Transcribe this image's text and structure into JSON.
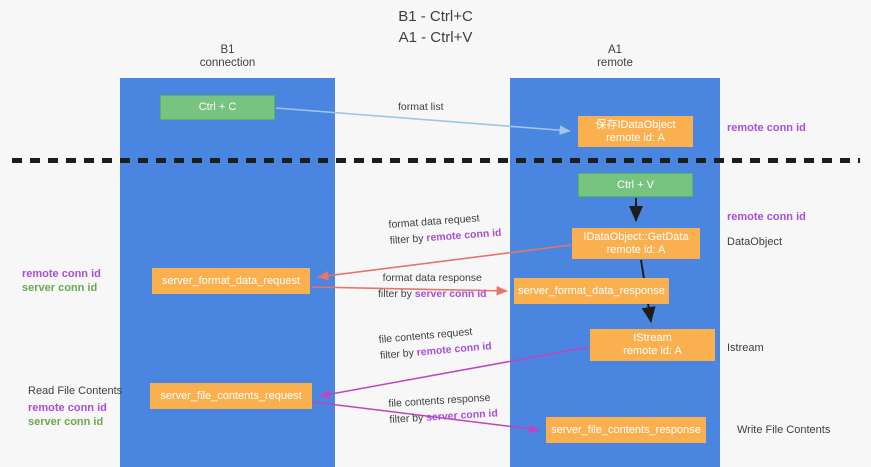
{
  "title": {
    "line1": "B1 - Ctrl+C",
    "line2": "A1 - Ctrl+V"
  },
  "lanes": [
    {
      "id": "b1",
      "name": "B1",
      "role": "connection",
      "color": "#4a86df"
    },
    {
      "id": "a1",
      "name": "A1",
      "role": "remote",
      "color": "#4a86df"
    }
  ],
  "boxes": {
    "ctrl_c": "Ctrl + C",
    "ctrl_v": "Ctrl + V",
    "idataobject_title": "保存IDataObject",
    "idataobject_sub": "remote id: A",
    "getdata_title": "IDataObject::GetData",
    "getdata_sub": "remote id: A",
    "istream_title": "IStream",
    "istream_sub": "remote id: A",
    "server_format_data_request": "server_format_data_request",
    "server_format_data_response": "server_format_data_response",
    "server_file_contents_request": "server_file_contents_request",
    "server_file_contents_response": "server_file_contents_response"
  },
  "edge_labels": {
    "format_list": "format list",
    "format_data_request": "format data request",
    "format_data_request_filter_prefix": "filter by ",
    "format_data_request_filter_key": "remote conn id",
    "format_data_response": "format data response",
    "format_data_response_filter_prefix": "filter by ",
    "format_data_response_filter_key": "server conn id",
    "file_contents_request": "file contents request",
    "file_contents_request_filter_prefix": "filter by ",
    "file_contents_request_filter_key": "remote conn id",
    "file_contents_response": "file contents response",
    "file_contents_response_filter_prefix": "filter by ",
    "file_contents_response_filter_key": "server conn id"
  },
  "notes": {
    "right_remote_conn_id_top": "remote conn id",
    "right_remote_conn_id_mid": "remote conn id",
    "right_dataobject": "DataObject",
    "right_istream": "Istream",
    "right_write_file_contents": "Write File Contents",
    "left_remote_conn_id": "remote conn id",
    "left_server_conn_id": "server conn id",
    "left_read_file_contents": "Read File Contents",
    "left_remote_conn_id_2": "remote conn id",
    "left_server_conn_id_2": "server conn id"
  },
  "colors": {
    "lane": "#4a86df",
    "orange_box": "#fbb050",
    "green_box": "#76c47f",
    "purple_text": "#a84fd6",
    "green_text": "#6aa84f",
    "arrow_blue": "#9fc5e8",
    "arrow_red": "#e8736a",
    "arrow_magenta": "#c043c0",
    "arrow_black": "#1d1d1d",
    "background": "#f7f7f7"
  }
}
